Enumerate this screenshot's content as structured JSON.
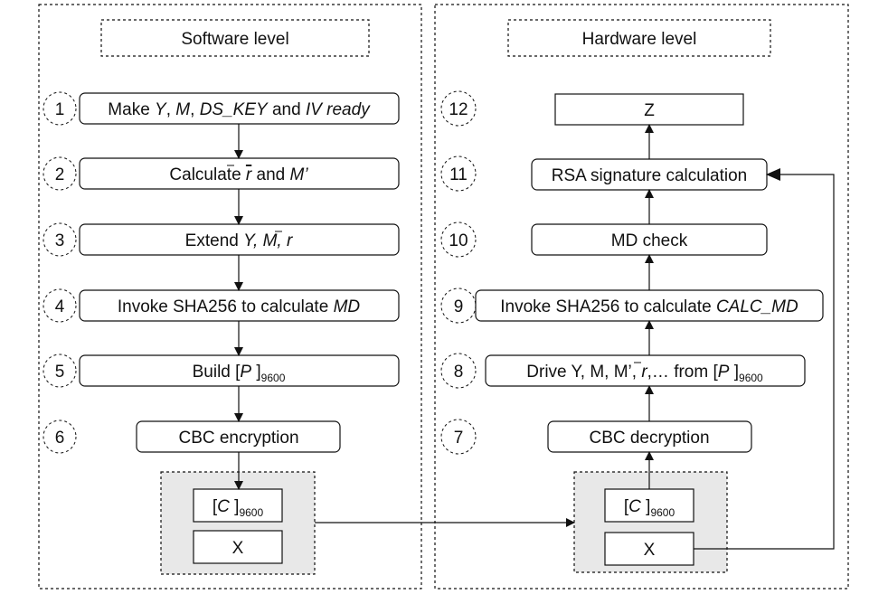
{
  "panels": {
    "software": {
      "title": "Software level"
    },
    "hardware": {
      "title": "Hardware level"
    }
  },
  "software_steps": [
    {
      "num": "1"
    },
    {
      "num": "2"
    },
    {
      "num": "3"
    },
    {
      "num": "4"
    },
    {
      "num": "5"
    },
    {
      "num": "6"
    }
  ],
  "hardware_steps": [
    {
      "num": "12"
    },
    {
      "num": "11"
    },
    {
      "num": "10"
    },
    {
      "num": "9"
    },
    {
      "num": "8"
    },
    {
      "num": "7"
    }
  ],
  "labels": {
    "s1": {
      "a": "Make ",
      "b": "Y",
      "c": ", ",
      "d": "M",
      "e": ", ",
      "f": "DS_KEY",
      "g": " and ",
      "h": "IV ready"
    },
    "s2": {
      "a": "Calculate ",
      "b": "r",
      "c": " and ",
      "d": "M’"
    },
    "s3": {
      "a": "Extend ",
      "b": "Y, M, ",
      "c": "r"
    },
    "s4": {
      "a": "Invoke SHA256 to calculate ",
      "b": "MD"
    },
    "s5": {
      "a": "Build [",
      "b": "P",
      "c": " ]",
      "d": "9600"
    },
    "s6": "CBC encryption",
    "c_box": {
      "a": "[",
      "b": "C",
      "c": " ]",
      "d": "9600"
    },
    "x_box": "X",
    "h12": "Z",
    "h11": "RSA signature calculation",
    "h10": "MD check",
    "h9": {
      "a": "Invoke SHA256 to calculate  ",
      "b": "CALC_MD"
    },
    "h8": {
      "a": "Drive Y, M, M’, ",
      "b": "r",
      "c": ",… from [",
      "d": "P",
      "e": " ]",
      "f": "9600"
    },
    "h7": "CBC decryption",
    "hc_box": {
      "a": "[",
      "b": "C",
      "c": " ]",
      "d": "9600"
    },
    "hx_box": "X"
  },
  "colors": {
    "line": "#111111",
    "group_fill": "#e8e8e8",
    "box_fill": "#ffffff"
  }
}
